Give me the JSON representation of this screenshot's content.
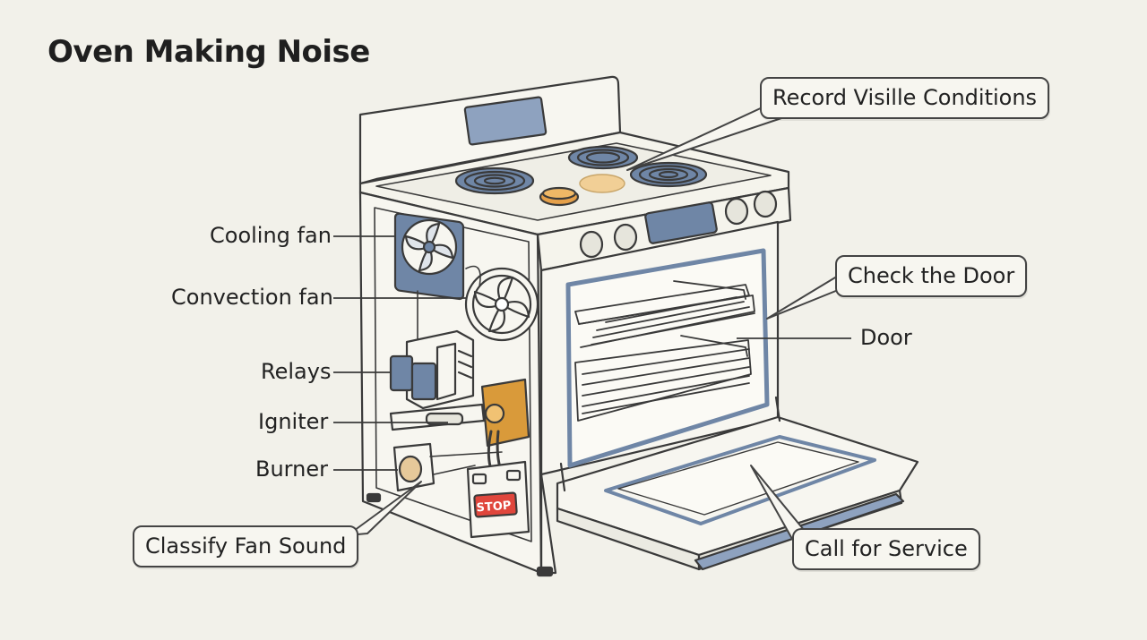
{
  "title": "Oven Making Noise",
  "callouts": {
    "record": "Record Visille Conditions",
    "check_door": "Check the Door",
    "classify": "Classify Fan Sound",
    "service": "Call for Service"
  },
  "labels": {
    "cooling_fan": "Cooling fan",
    "convection_fan": "Convection fan",
    "relays": "Relays",
    "igniter": "Igniter",
    "burner": "Burner",
    "door": "Door"
  },
  "stop_sign": "STOP",
  "colors": {
    "background": "#f2f1ea",
    "outline": "#3a3a3a",
    "steel_blue": "#6f86a6",
    "amber": "#d99a3a",
    "stop_red": "#e0463c"
  }
}
